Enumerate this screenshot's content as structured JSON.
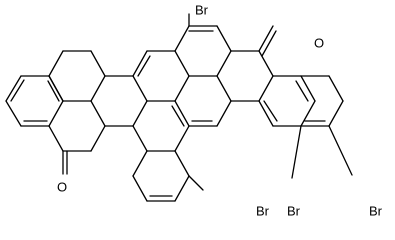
{
  "molecule": {
    "atom_labels": [
      "Br",
      "O",
      "O",
      "Br",
      "Br",
      "Br"
    ],
    "line_color": "#000000",
    "background_color": "#ffffff"
  }
}
